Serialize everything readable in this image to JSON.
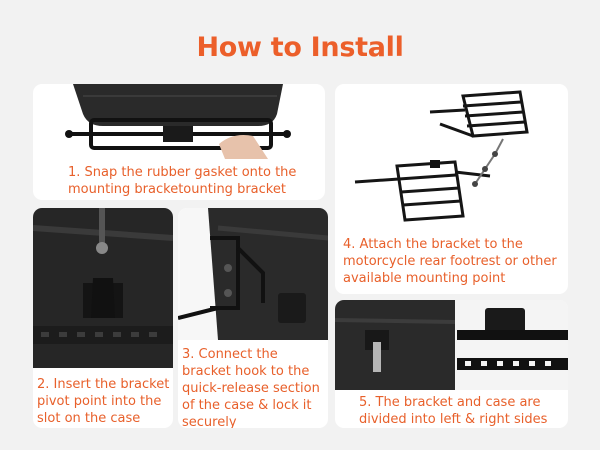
{
  "title": "How to Install",
  "colors": {
    "accent": "#ec5f2a",
    "background": "#f2f2f2",
    "card": "#ffffff"
  },
  "steps": [
    {
      "text": "1. Snap the rubber gasket onto the mounting bracketounting bracket"
    },
    {
      "text": "2. Insert the bracket pivot point into the slot on the case"
    },
    {
      "text": "3. Connect the bracket hook to the quick-release section of the case & lock it securely"
    },
    {
      "text": "4. Attach the bracket to the motorcycle rear footrest or other available mounting point"
    },
    {
      "text": "5. The bracket and case are divided into left & right sides"
    }
  ]
}
